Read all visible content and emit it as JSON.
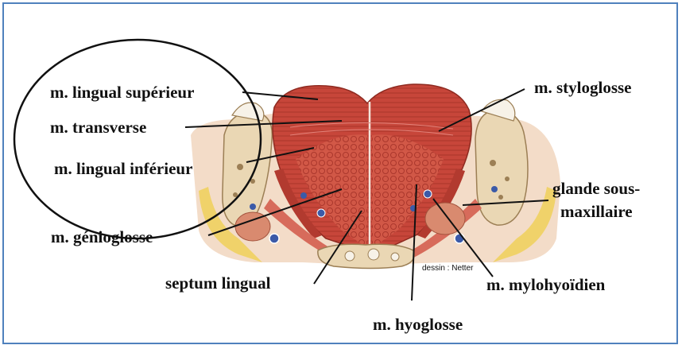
{
  "diagram": {
    "credit": "dessin : Netter",
    "labels": {
      "lingual_superieur": "m. lingual supérieur",
      "transverse": "m. transverse",
      "lingual_inferieur": "m. lingual inférieur",
      "genioglosse": "m. génioglosse",
      "septum": "septum lingual",
      "hyoglosse": "m. hyoglosse",
      "mylohyoidien": "m. mylohyoïdien",
      "styloglosse": "m. styloglosse",
      "glande_line1": "glande sous-",
      "glande_line2": "maxillaire"
    },
    "colors": {
      "frame": "#4f81bd",
      "muscle": "#c7463a",
      "muscle_dark": "#9e2c22",
      "bone": "#ead7b4",
      "fat": "#f0d26a",
      "skin": "#f3dcc8"
    }
  }
}
